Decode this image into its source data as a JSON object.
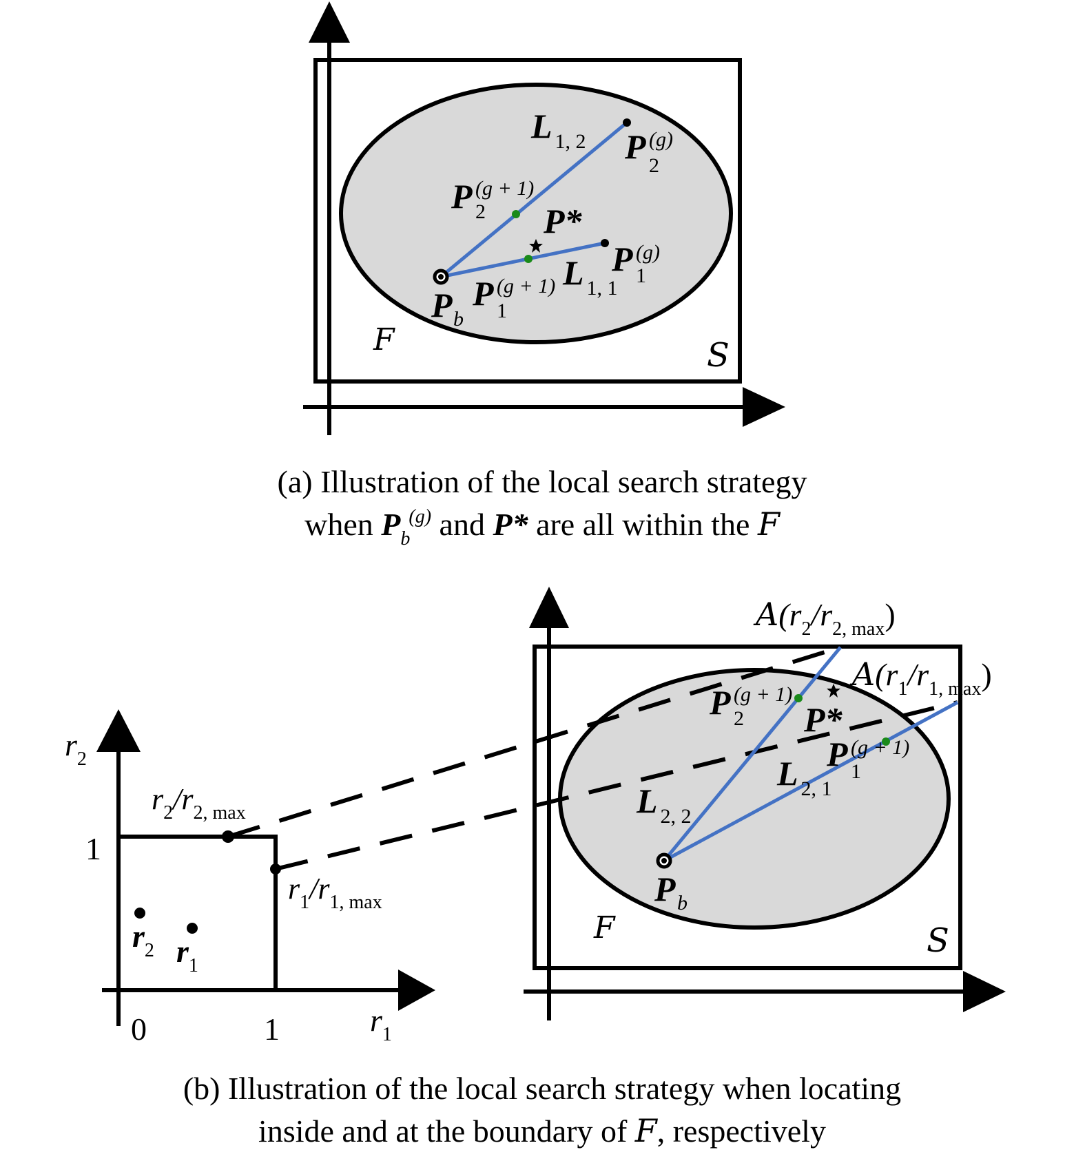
{
  "colors": {
    "line": "#000000",
    "feasible_fill": "#d9d9d9",
    "search_line": "#4472c4",
    "new_point": "#1a8a1a",
    "background": "#ffffff"
  },
  "symbols": {
    "space": "S",
    "feasible": "F",
    "area": "A"
  },
  "panel_a": {
    "labels": {
      "L": "L",
      "L12_sub": "1, 2",
      "L11_sub": "1, 1",
      "P": "P",
      "g_sup": "(g)",
      "g1_sup": "(g + 1)",
      "sub_1": "1",
      "sub_2": "2",
      "sub_b": "b",
      "pstar": "P*"
    },
    "caption": {
      "line1": "(a) Illustration of the local search strategy",
      "line2_when": "when ",
      "line2_P": "P",
      "line2_sub_b": "b",
      "line2_sup_g": "(g)",
      "line2_and": " and ",
      "line2_pstar": "P*",
      "line2_rest": " are all within the "
    }
  },
  "panel_b": {
    "unit_plot": {
      "axis_r1": "r",
      "axis_r1_sub": "1",
      "axis_r2": "r",
      "axis_r2_sub": "2",
      "tick_0": "0",
      "tick_1x": "1",
      "tick_1y": "1",
      "r2_ratio": "r",
      "r2_ratio_sub": "2",
      "r2_ratio_den": "/r",
      "r2_ratio_den_sub": "2, max",
      "r1_ratio": "r",
      "r1_ratio_sub": "1",
      "r1_ratio_den": "/r",
      "r1_ratio_den_sub": "1, max",
      "pt_r2": "r",
      "pt_r2_sub": "2",
      "pt_r1": "r",
      "pt_r1_sub": "1"
    },
    "labels": {
      "A2_open": "(r",
      "A2_sub": "2",
      "A2_den": "/r",
      "A2_den_sub": "2, max",
      "A2_close": ")",
      "A1_open": "(r",
      "A1_sub": "1",
      "A1_den": "/r",
      "A1_den_sub": "1, max",
      "A1_close": ")",
      "L": "L",
      "L22_sub": "2, 2",
      "L21_sub": "2, 1",
      "P": "P",
      "g1_sup": "(g + 1)",
      "sub_1": "1",
      "sub_2": "2",
      "sub_b": "b",
      "pstar": "P*"
    },
    "caption": {
      "line1": "(b) Illustration of the local search strategy when locating",
      "line2_pre": "inside and at the boundary of ",
      "line2_post": ", respectively"
    }
  }
}
